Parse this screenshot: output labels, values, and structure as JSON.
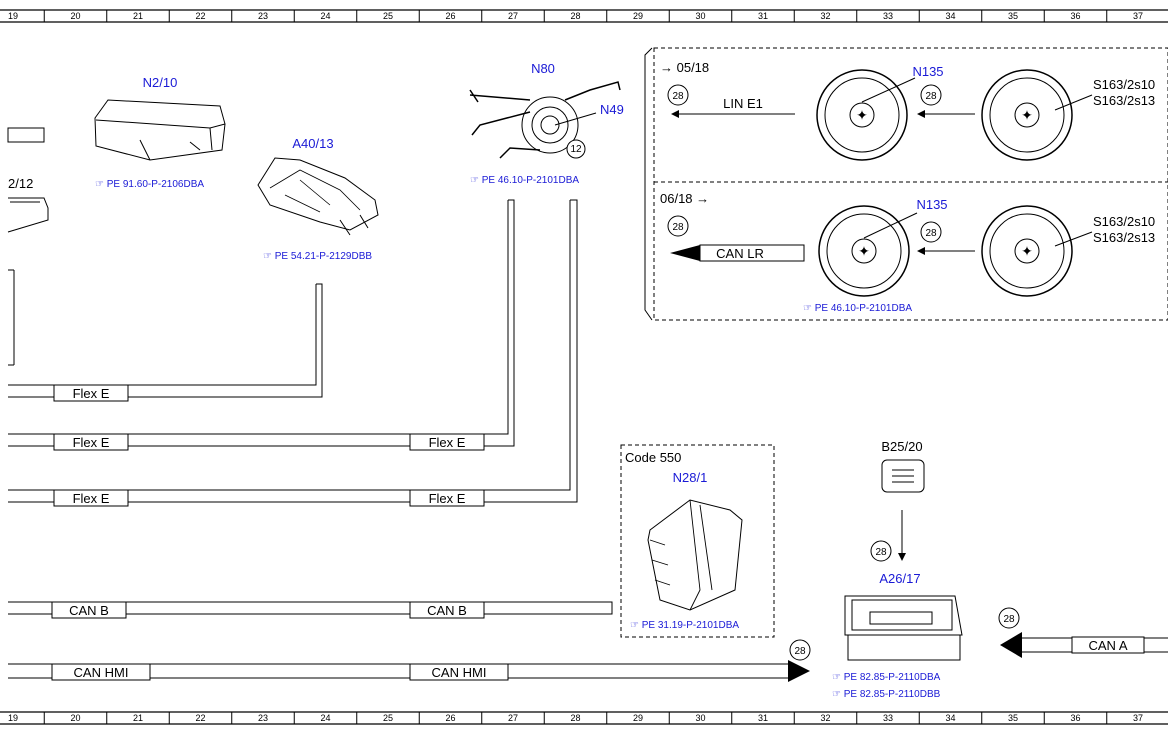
{
  "ruler": {
    "numbers": [
      "19",
      "20",
      "21",
      "22",
      "23",
      "24",
      "25",
      "26",
      "27",
      "28",
      "29",
      "30",
      "31",
      "32",
      "33",
      "34",
      "35",
      "36",
      "37"
    ]
  },
  "components": {
    "n2_10": {
      "name": "N2/10",
      "ref": "PE 91.60-P-2106DBA"
    },
    "a40_13": {
      "name": "A40/13",
      "ref": "PE 54.21-P-2129DBB"
    },
    "n80": {
      "name": "N80",
      "sub": "N49",
      "circle": "12",
      "ref": "PE 46.10-P-2101DBA"
    },
    "partial_left": {
      "name": "2/12"
    },
    "n28_1": {
      "name": "N28/1",
      "code": "Code 550",
      "ref": "PE 31.19-P-2101DBA"
    },
    "b25_20": {
      "name": "B25/20"
    },
    "a26_17": {
      "name": "A26/17",
      "ref1": "PE 82.85-P-2110DBA",
      "ref2": "PE 82.85-P-2110DBB"
    }
  },
  "variant_box": {
    "top": {
      "date": "→ 05/18",
      "bus": "LIN E1",
      "ctrl": "N135",
      "sw1": "S163/2s10",
      "sw2": "S163/2s13",
      "circle": "28"
    },
    "bottom": {
      "date": "06/18 →",
      "bus": "CAN LR",
      "ctrl": "N135",
      "sw1": "S163/2s10",
      "sw2": "S163/2s13",
      "circle": "28",
      "ref": "PE 46.10-P-2101DBA"
    }
  },
  "buses": {
    "flex1": "Flex E",
    "flex2a": "Flex E",
    "flex2b": "Flex E",
    "flex3a": "Flex E",
    "flex3b": "Flex E",
    "canb_a": "CAN B",
    "canb_b": "CAN B",
    "canhmi_a": "CAN HMI",
    "canhmi_b": "CAN HMI",
    "cana": "CAN A"
  },
  "circles": {
    "hmi": "28",
    "b25": "28",
    "cana": "28"
  },
  "colors": {
    "line": "#000000",
    "component_label": "#1a1ad6"
  }
}
